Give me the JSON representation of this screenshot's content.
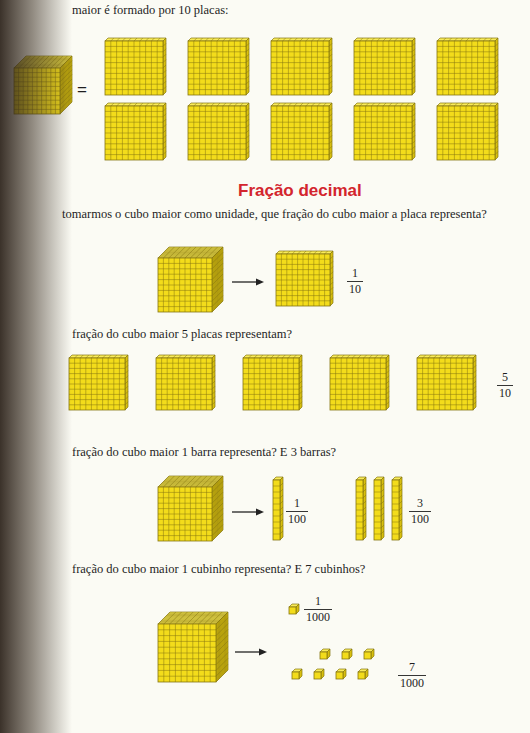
{
  "diagram": {
    "title": "Fração decimal",
    "labels": [
      "maior é formado por 10 placas:",
      "=",
      "tomarmos o cubo maior como unidade, que fração do cubo maior a placa representa?",
      "1",
      "10",
      "fração do cubo maior 5 placas representam?",
      "5",
      "10",
      "fração do cubo maior 1 barra representa? E 3 barras?",
      "1",
      "100",
      "3",
      "100",
      "fração do cubo maior 1 cubinho representa? E 7 cubinhos?",
      "1",
      "1000",
      "7",
      "1000"
    ]
  }
}
